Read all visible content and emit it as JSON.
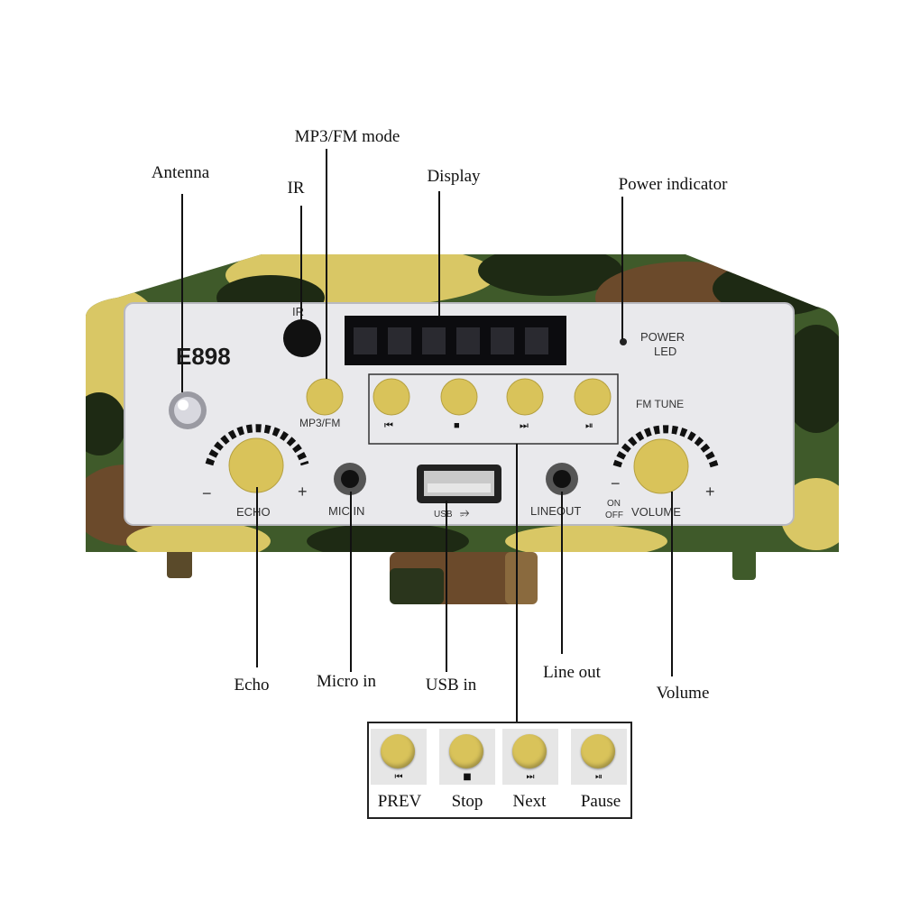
{
  "callouts": {
    "mp3_fm_mode": "MP3/FM mode",
    "antenna": "Antenna",
    "ir": "IR",
    "display": "Display",
    "power_indicator": "Power indicator",
    "echo": "Echo",
    "micro_in": "Micro in",
    "usb_in": "USB in",
    "line_out": "Line out",
    "volume": "Volume"
  },
  "panel": {
    "model": "E898",
    "ir": "IR",
    "power_led": [
      "POWER",
      "LED"
    ],
    "mp3_fm": "MP3/FM",
    "fm_tune": "FM TUNE",
    "echo": "ECHO",
    "mic_in": "MIC IN",
    "usb": "USB",
    "line_out": "LINEOUT",
    "on": "ON",
    "off": "OFF",
    "volume": "VOLUME",
    "minus": "−",
    "plus": "+"
  },
  "legend": {
    "buttons": [
      {
        "label": "PREV",
        "symbol": "⏮"
      },
      {
        "label": "Stop",
        "symbol": "■"
      },
      {
        "label": "Next",
        "symbol": "⏭"
      },
      {
        "label": "Pause",
        "symbol": "⏯"
      }
    ]
  },
  "colors": {
    "camo_green": "#3f5a2a",
    "camo_dark": "#1e2a14",
    "camo_brown": "#6b4a2b",
    "camo_yellow": "#d9c765",
    "panel": "#e9e9ec",
    "button": "#d9c35a"
  }
}
